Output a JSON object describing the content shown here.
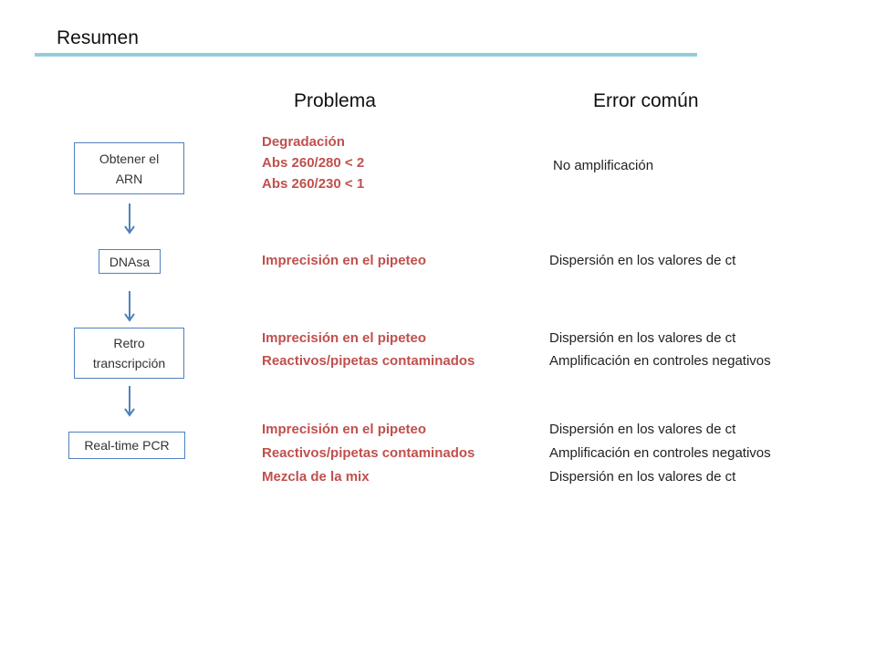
{
  "title": "Resumen",
  "headers": {
    "problem": "Problema",
    "error": "Error común"
  },
  "steps": [
    {
      "line1": "Obtener el",
      "line2": "ARN"
    },
    {
      "line1": "DNAsa"
    },
    {
      "line1": "Retro",
      "line2": "transcripción"
    },
    {
      "line1": "Real-time PCR"
    }
  ],
  "problems": {
    "step1": [
      "Degradación",
      "Abs 260/280 < 2",
      "Abs 260/230 < 1"
    ],
    "step2": [
      "Imprecisión en el pipeteo"
    ],
    "step3": [
      "Imprecisión en el pipeteo",
      "Reactivos/pipetas contaminados"
    ],
    "step4": [
      "Imprecisión en el pipeteo",
      "Reactivos/pipetas contaminados",
      "Mezcla de la mix"
    ]
  },
  "errors": {
    "step1": [
      "No amplificación"
    ],
    "step2": [
      "Dispersión en los valores de ct"
    ],
    "step3": [
      "Dispersión en los valores de ct",
      "Amplificación en controles negativos"
    ],
    "step4": [
      "Dispersión en los valores de ct",
      "Amplificación en controles negativos",
      "Dispersión en los valores de ct"
    ]
  },
  "colors": {
    "box_border": "#4f81bd",
    "arrow": "#4f81bd",
    "problem_text": "#c0504d",
    "title_rule": "#93cddd"
  }
}
